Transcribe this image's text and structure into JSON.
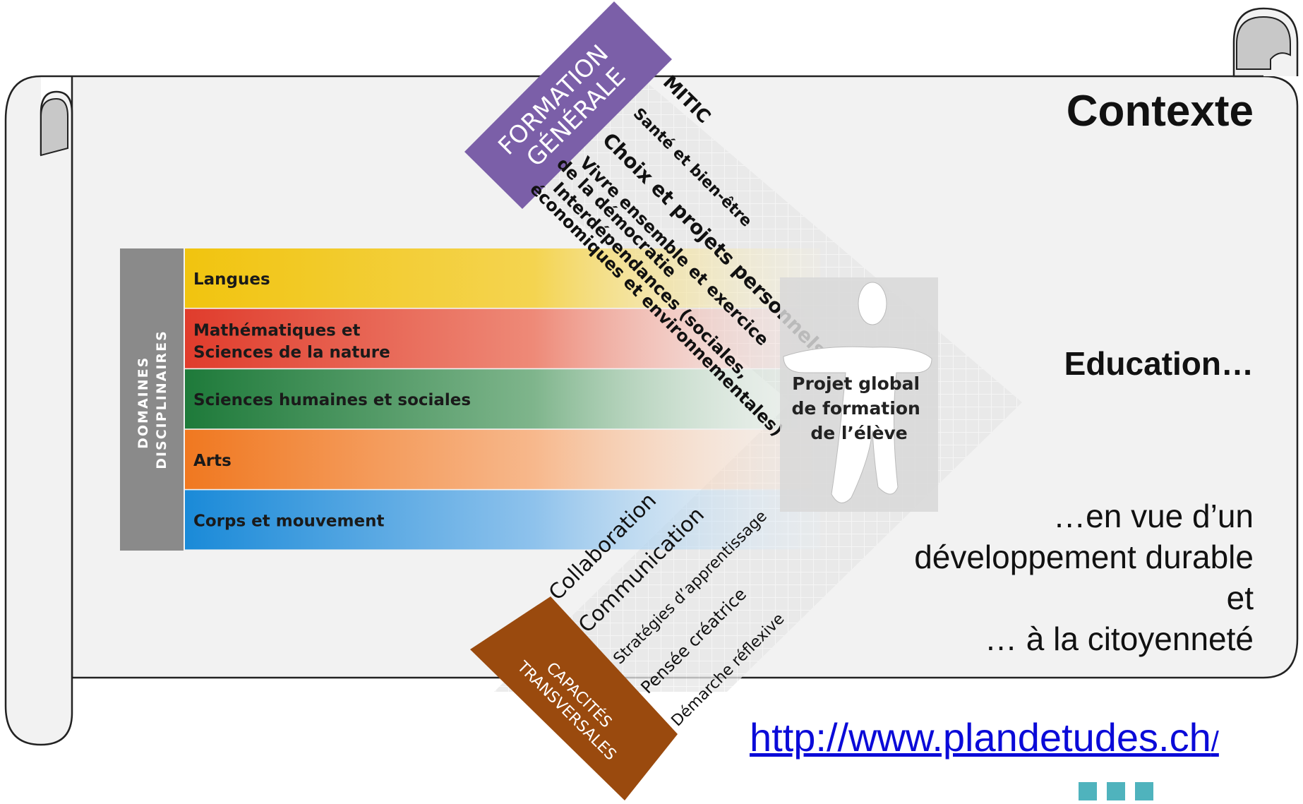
{
  "context": {
    "title": "Contexte",
    "education": "Education…",
    "goal_line1": "…en vue d’un",
    "goal_line2": "développement durable",
    "goal_line3": "et",
    "goal_line4": "… à la citoyenneté",
    "link_text": "http://www.plandetudes.ch",
    "link_slash": "/"
  },
  "domains": {
    "header_line1": "DOMAINES",
    "header_line2": "DISCIPLINAIRES",
    "items": [
      {
        "line1": "Langues",
        "line2": "",
        "color": "#f1c40f"
      },
      {
        "line1": "Mathématiques et",
        "line2": "Sciences de la nature",
        "color": "#e03c2c"
      },
      {
        "line1": "Sciences humaines et sociales",
        "line2": "",
        "color": "#1e7a3a"
      },
      {
        "line1": "Arts",
        "line2": "",
        "color": "#f07820"
      },
      {
        "line1": "Corps et mouvement",
        "line2": "",
        "color": "#1a8ad8"
      }
    ]
  },
  "formation_generale": {
    "header_line1": "FORMATION",
    "header_line2": "GÉNÉRALE",
    "header_color": "#7b5fa8",
    "items": [
      {
        "line1": "MITIC",
        "line2": ""
      },
      {
        "line1": "Santé et bien-être",
        "line2": ""
      },
      {
        "line1": "Choix et projets personnels",
        "line2": ""
      },
      {
        "line1": "Vivre ensemble et exercice",
        "line2": "de la démocratie"
      },
      {
        "line1": "Interdépendances (sociales,",
        "line2": "économiques et environnementales)"
      }
    ]
  },
  "capacites": {
    "header_line1": "CAPACITÉS",
    "header_line2": "TRANSVERSALES",
    "header_color": "#9a4a0e",
    "items": [
      "Collaboration",
      "Communication",
      "Stratégies d’apprentissage",
      "Pensée créatrice",
      "Démarche réflexive"
    ]
  },
  "center": {
    "line1": "Projet global",
    "line2": "de formation",
    "line3": "de l’élève"
  },
  "accent_color": "#4fb3bd"
}
